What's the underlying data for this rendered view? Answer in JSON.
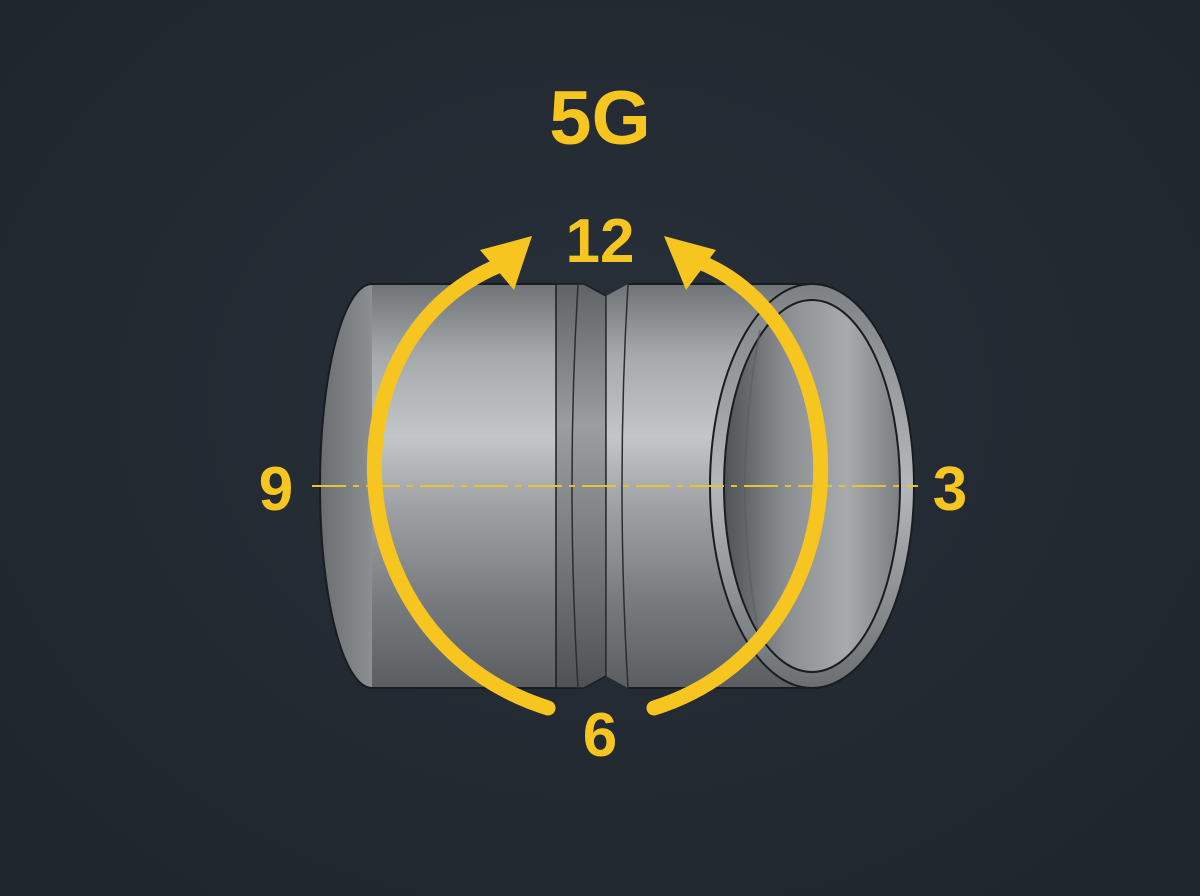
{
  "diagram": {
    "title": "5G",
    "positions": {
      "top": "12",
      "right": "3",
      "bottom": "6",
      "left": "9"
    },
    "colors": {
      "background": "#232a32",
      "accent": "#f7c520",
      "pipe_metal": "#8f9396",
      "outline": "#1a1d20"
    }
  }
}
